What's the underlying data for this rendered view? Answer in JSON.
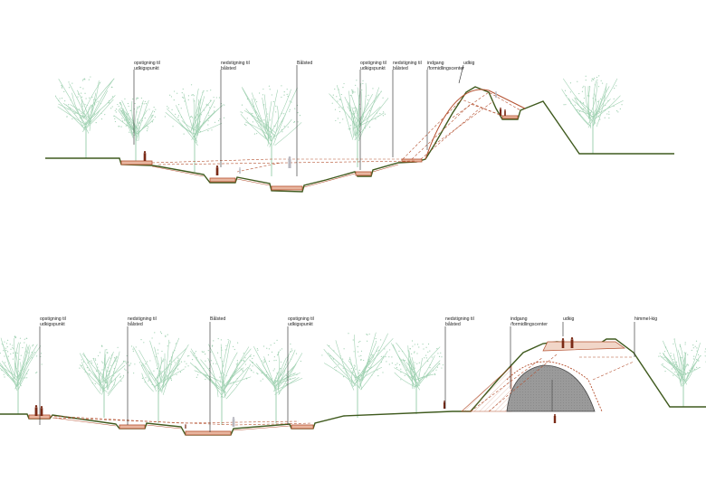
{
  "section_top": {
    "labels": {
      "opstigning_1": [
        "opstigning til",
        "udkigspunkt"
      ],
      "nedstigning_1": [
        "nedstigning til",
        "bålsted"
      ],
      "baalsted": [
        "Bålsted"
      ],
      "opstigning_2": [
        "opstigning til",
        "udkigspunkt"
      ],
      "nedstigning_2": [
        "nedstigning til",
        "bålsted"
      ],
      "indgang": [
        "indgang",
        "/formidlingscenter"
      ],
      "udkig": [
        "udkig"
      ]
    }
  },
  "section_bottom": {
    "labels": {
      "opstigning_1": [
        "opstigning til",
        "udkigspunkt"
      ],
      "nedstigning_1": [
        "nedstigning til",
        "bålsted"
      ],
      "baalsted": [
        "Bålsted"
      ],
      "opstigning_2": [
        "opstigning til",
        "udkigspunkt"
      ],
      "nedstigning_2": [
        "nedstigning til",
        "bålsted"
      ],
      "indgang": [
        "indgang",
        "/formidlingscenter"
      ],
      "udkig": [
        "udkig"
      ],
      "himmel_kig": [
        "himmel-kig"
      ]
    }
  },
  "colors": {
    "ground": "#3f5a1e",
    "terrace": "#b4502f",
    "terrace_fill": "#e8b6a0",
    "tree": "#8fc9a4",
    "figure": "#7a2a16",
    "leader": "#222222",
    "dashed": "#b4502f",
    "dome": "#9a9a9a"
  }
}
